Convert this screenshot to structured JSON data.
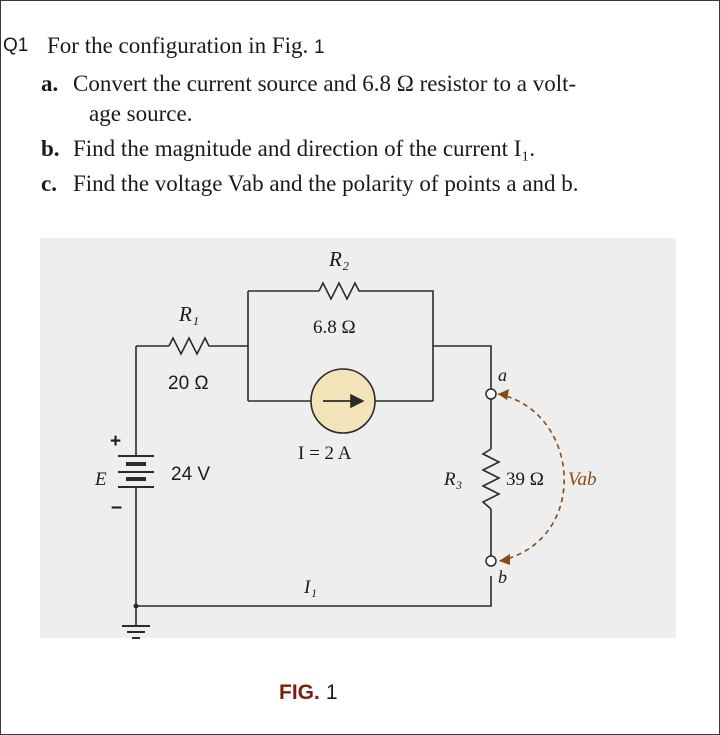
{
  "question": {
    "number": "Q1",
    "stem": "For the configuration in Fig.",
    "fig_ref": "1",
    "parts": [
      {
        "label": "a.",
        "text": "Convert the current source and 6.8 Ω resistor to a volt-"
      },
      {
        "label": "",
        "text": "age source."
      },
      {
        "label": "b.",
        "text": "Find the magnitude and direction of the current I₁."
      },
      {
        "label": "c.",
        "text": "Find the voltage Vab and the polarity of points a and b."
      }
    ]
  },
  "circuit": {
    "r1_label": "R₁",
    "r1_value": "20 Ω",
    "r2_label": "R₂",
    "r2_value": "6.8 Ω",
    "r3_label": "R₃",
    "r3_value": "39 Ω",
    "source_label": "E",
    "source_value": "24 V",
    "plus_sign": "+",
    "minus_sign": "–",
    "current_source": "I = 2 A",
    "loop_current": "I₁",
    "node_a": "a",
    "node_b": "b",
    "vab_label": "Vab",
    "colors": {
      "source_fill": "#f2e3b8",
      "arrow": "#8b4a12",
      "wire": "#2b2b2b"
    }
  },
  "figure": {
    "caption_word": "FIG.",
    "caption_number": "1"
  }
}
